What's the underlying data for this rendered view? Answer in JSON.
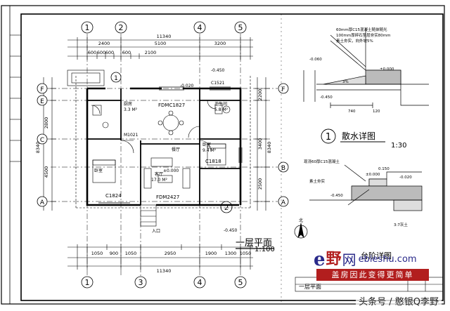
{
  "plan": {
    "floor_title": "一层平面",
    "scale": "1:100",
    "footer_label": "一层平面",
    "overall_width": "11340",
    "top_dims": [
      "2400",
      "5100",
      "3200"
    ],
    "top_sub_dims": [
      "600",
      "600",
      "600",
      "600",
      "2100"
    ],
    "bottom_dims": [
      "1050",
      "900",
      "1050",
      "2950",
      "1900",
      "1300",
      "1050"
    ],
    "left_dims": [
      "2800",
      "4500",
      "8340"
    ],
    "right_dims": [
      "2200",
      "3400",
      "2500",
      "8340"
    ],
    "grid_cols": [
      "1",
      "2",
      "3",
      "4",
      "5"
    ],
    "grid_rows": [
      "F",
      "E",
      "C",
      "B",
      "A"
    ],
    "rooms": [
      {
        "label": "卧室",
        "code": "M1021"
      },
      {
        "label": "客厅",
        "area": "17.0 M²"
      },
      {
        "label": "卧室",
        "area": "9.4 M²"
      },
      {
        "label": "卫生间",
        "area": "5.8 M²"
      },
      {
        "label": "餐厅"
      },
      {
        "label": "厨房",
        "area": "3.3 M²"
      }
    ],
    "door_window_codes": [
      "FDMC1827",
      "C1818",
      "C1824",
      "FDM2427",
      "M1021",
      "C1521"
    ],
    "elevations": [
      "±0.000",
      "-0.450",
      "-0.020",
      "-0.450"
    ],
    "entry": "入口"
  },
  "detail1": {
    "number": "1",
    "title": "散水详图",
    "scale": "1:30",
    "notes": [
      "60mm厚C15混凝土随抹随光",
      "100mm厚碎石垫层夯实80mm",
      "素土夯实，向外坡5%"
    ],
    "dims": [
      "740",
      "3%",
      "±0.000",
      "-0.060",
      "-0.450",
      "120"
    ]
  },
  "detail2": {
    "number": "2",
    "title": "台阶详图",
    "notes": [
      "现浇60厚C15混凝土",
      "素土夯实",
      "3:7灰土"
    ],
    "dims": [
      "0.150",
      "±0.000",
      "-0.020",
      "-0.450"
    ]
  },
  "watermark": {
    "logo_e": "e",
    "logo_ye": "野",
    "logo_wang": "网",
    "domain": "ebieshu.com",
    "slogan": "盖房因此变得更简单"
  },
  "credit": "头条号 / 憨银Q李野"
}
